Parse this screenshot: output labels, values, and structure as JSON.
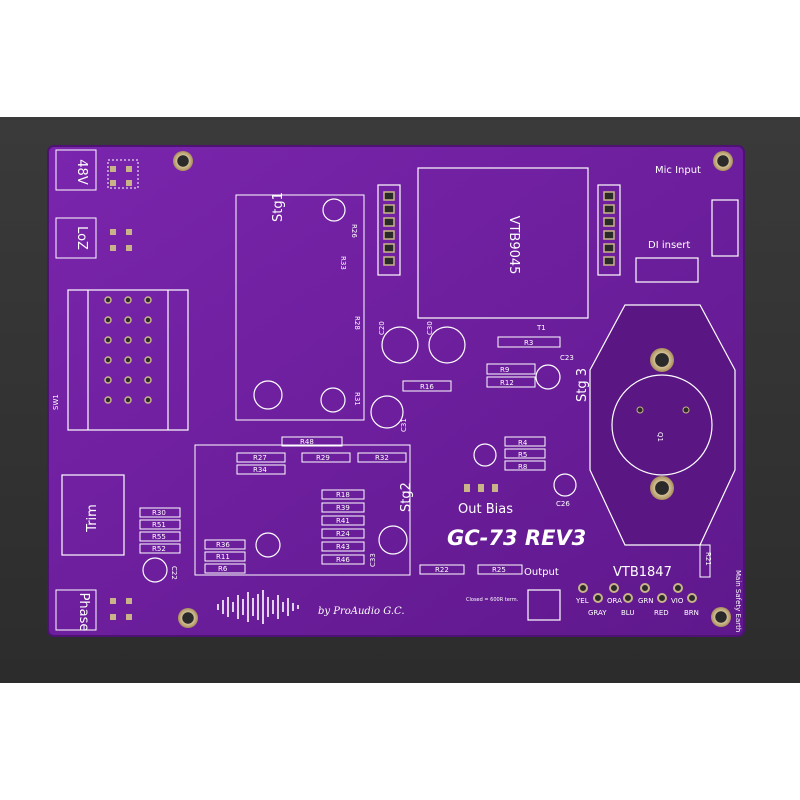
{
  "board": {
    "title": "GC-73 REV3",
    "credit": "by ProAudio G.C.",
    "input_transformer": "VTB9045",
    "output_transformer": "VTB1847",
    "labels": {
      "v48": "48V",
      "loz": "LoZ",
      "trim": "Trim",
      "phase": "Phase",
      "mic_input": "Mic Input",
      "di_insert": "DI insert",
      "stg1": "Stg1",
      "stg2": "Stg2",
      "stg3": "Stg 3",
      "out_bias": "Out Bias",
      "output": "Output",
      "closed_note": "Closed = 600R term.",
      "main_safety": "Main Safety Earth",
      "sw1": "SW1",
      "r3": "R3",
      "r16": "R16",
      "r9": "R9",
      "r12": "R12",
      "r4": "R4",
      "r5": "R5",
      "r8": "R8",
      "r48": "R48",
      "r27": "R27",
      "r29": "R29",
      "r32": "R32",
      "r34": "R34",
      "r22": "R22",
      "r25": "R25",
      "r31": "R31",
      "r28": "R28",
      "r33": "R33",
      "r26": "R26",
      "r36": "R36",
      "r11": "R11",
      "r6": "R6",
      "r30": "R30",
      "r51": "R51",
      "r55": "R55",
      "r52": "R52",
      "r18": "R18",
      "r39": "R39",
      "r41": "R41",
      "r24": "R24",
      "r43": "R43",
      "r46": "R46",
      "r21": "R21",
      "c20": "C20",
      "c30": "C30",
      "c31": "C31",
      "c33": "C33",
      "c22": "C22",
      "c23": "C23",
      "c26": "C26",
      "t1": "T1",
      "q1": "Q1"
    },
    "wires": [
      "YEL",
      "ORA",
      "GRN",
      "VIO",
      "GRAY",
      "BLU",
      "RED",
      "BRN"
    ],
    "colors": {
      "pcb": "#6b1f9a",
      "pcb_edge": "#5a1683",
      "silk": "#ffffff",
      "pad": "#c9b48a",
      "background": "#2f2f2f"
    }
  }
}
